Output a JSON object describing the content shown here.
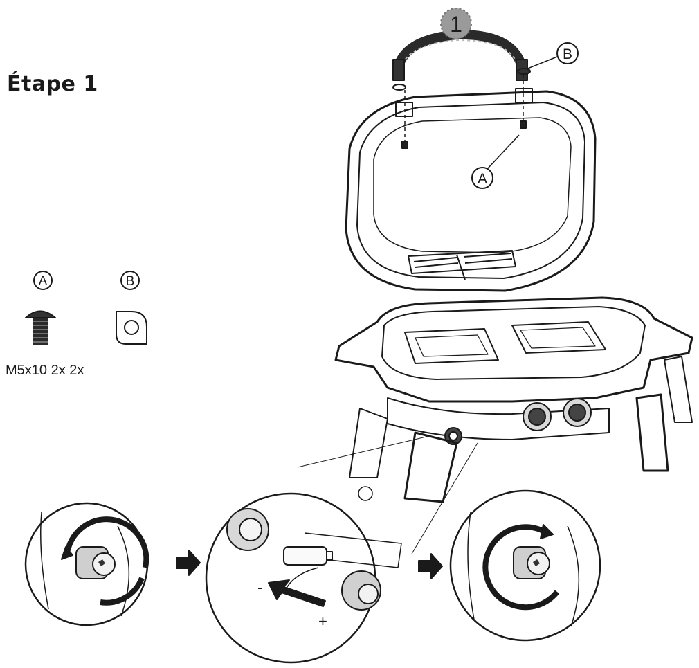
{
  "step": {
    "title": "Étape 1",
    "badge": "1"
  },
  "parts": {
    "a": {
      "label": "A",
      "icon": "screw-icon"
    },
    "b": {
      "label": "B",
      "icon": "washer-icon"
    },
    "caption": "M5x10 2x 2x"
  },
  "callouts": {
    "a": "A",
    "b": "B"
  },
  "battery": {
    "minus": "-",
    "plus": "+"
  }
}
